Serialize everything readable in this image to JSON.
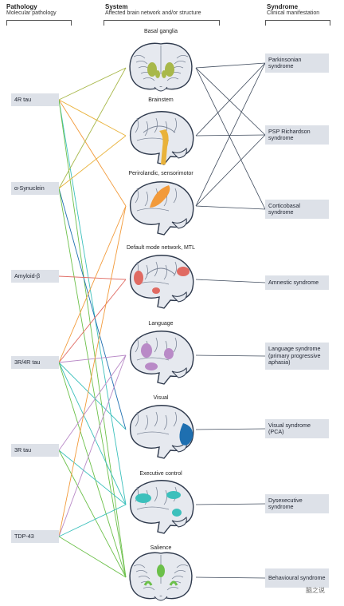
{
  "headers": {
    "pathology": {
      "title": "Pathology",
      "subtitle": "Molecular pathology"
    },
    "system": {
      "title": "System",
      "subtitle": "Affected brain network and/or structure"
    },
    "syndrome": {
      "title": "Syndrome",
      "subtitle": "Clinical manifestation"
    }
  },
  "pathologies": [
    {
      "id": "4r",
      "label": "4R tau"
    },
    {
      "id": "syn",
      "label": "α-Synuclein"
    },
    {
      "id": "amy",
      "label": "Amyloid-β"
    },
    {
      "id": "3r4r",
      "label": "3R/4R tau"
    },
    {
      "id": "3r",
      "label": "3R tau"
    },
    {
      "id": "tdp",
      "label": "TDP-43"
    }
  ],
  "systems": [
    {
      "id": "bg",
      "label": "Basal ganglia",
      "color": "#a8b84a"
    },
    {
      "id": "bs",
      "label": "Brainstem",
      "color": "#e9b23a"
    },
    {
      "id": "peri",
      "label": "Perirolandic, sensorimotor",
      "color": "#f29a3a"
    },
    {
      "id": "dmn",
      "label": "Default mode network, MTL",
      "color": "#e06a62"
    },
    {
      "id": "lang",
      "label": "Language",
      "color": "#b98ac7"
    },
    {
      "id": "vis",
      "label": "Visual",
      "color": "#1e6fb0"
    },
    {
      "id": "exec",
      "label": "Executive control",
      "color": "#3cc0bc"
    },
    {
      "id": "sal",
      "label": "Salience",
      "color": "#6cc04a"
    }
  ],
  "syndromes": [
    {
      "id": "park",
      "label": "Parkinsonian syndrome"
    },
    {
      "id": "psp",
      "label": "PSP Richardson syndrome"
    },
    {
      "id": "cbs",
      "label": "Corticobasal syndrome"
    },
    {
      "id": "amn",
      "label": "Amnestic syndrome"
    },
    {
      "id": "ls",
      "label": "Language syndrome (primary progressive aphasia)"
    },
    {
      "id": "vs",
      "label": "Visual syndrome (PCA)"
    },
    {
      "id": "dys",
      "label": "Dysexecutive syndrome"
    },
    {
      "id": "beh",
      "label": "Behavioural syndrome"
    }
  ],
  "pathology_links": [
    {
      "from": "4r",
      "to": "bg",
      "color": "#a8b84a"
    },
    {
      "from": "4r",
      "to": "bs",
      "color": "#e9b23a"
    },
    {
      "from": "4r",
      "to": "peri",
      "color": "#f29a3a"
    },
    {
      "from": "4r",
      "to": "exec",
      "color": "#3cc0bc"
    },
    {
      "from": "4r",
      "to": "sal",
      "color": "#6cc04a"
    },
    {
      "from": "syn",
      "to": "bg",
      "color": "#a8b84a"
    },
    {
      "from": "syn",
      "to": "bs",
      "color": "#e9b23a"
    },
    {
      "from": "syn",
      "to": "vis",
      "color": "#1e6fb0"
    },
    {
      "from": "syn",
      "to": "sal",
      "color": "#6cc04a"
    },
    {
      "from": "amy",
      "to": "dmn",
      "color": "#e06a62"
    },
    {
      "from": "3r4r",
      "to": "peri",
      "color": "#f29a3a"
    },
    {
      "from": "3r4r",
      "to": "dmn",
      "color": "#e06a62"
    },
    {
      "from": "3r4r",
      "to": "lang",
      "color": "#b98ac7"
    },
    {
      "from": "3r4r",
      "to": "vis",
      "color": "#3cc0bc"
    },
    {
      "from": "3r4r",
      "to": "exec",
      "color": "#3cc0bc"
    },
    {
      "from": "3r4r",
      "to": "sal",
      "color": "#6cc04a"
    },
    {
      "from": "3r",
      "to": "lang",
      "color": "#b98ac7"
    },
    {
      "from": "3r",
      "to": "exec",
      "color": "#3cc0bc"
    },
    {
      "from": "3r",
      "to": "sal",
      "color": "#6cc04a"
    },
    {
      "from": "tdp",
      "to": "peri",
      "color": "#f29a3a"
    },
    {
      "from": "tdp",
      "to": "lang",
      "color": "#b98ac7"
    },
    {
      "from": "tdp",
      "to": "exec",
      "color": "#3cc0bc"
    },
    {
      "from": "tdp",
      "to": "sal",
      "color": "#6cc04a"
    }
  ],
  "syndrome_links": [
    {
      "from": "bg",
      "to": "park"
    },
    {
      "from": "bg",
      "to": "psp"
    },
    {
      "from": "bg",
      "to": "cbs"
    },
    {
      "from": "bs",
      "to": "park"
    },
    {
      "from": "bs",
      "to": "psp"
    },
    {
      "from": "peri",
      "to": "park"
    },
    {
      "from": "peri",
      "to": "psp"
    },
    {
      "from": "peri",
      "to": "cbs"
    },
    {
      "from": "dmn",
      "to": "amn"
    },
    {
      "from": "lang",
      "to": "ls"
    },
    {
      "from": "vis",
      "to": "vs"
    },
    {
      "from": "exec",
      "to": "dys"
    },
    {
      "from": "sal",
      "to": "beh"
    }
  ],
  "watermark": "脑之说"
}
